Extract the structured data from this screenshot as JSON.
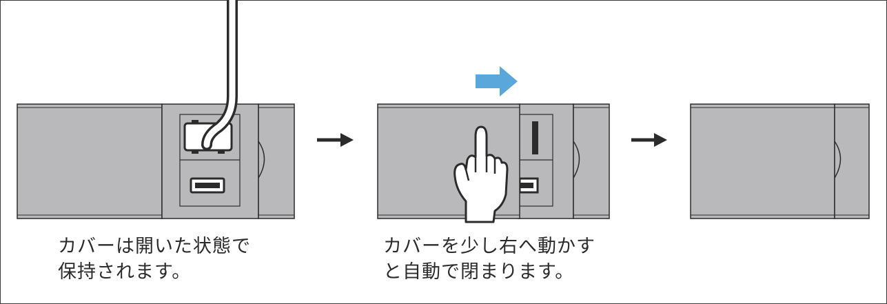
{
  "colors": {
    "panel_gray": "#b9b9bb",
    "panel_dark_gray": "#a8a8aa",
    "outline": "#2b2b2b",
    "arrow_blue": "#5aa7dc",
    "white": "#ffffff"
  },
  "steps": [
    {
      "state": "cover-open-with-plug",
      "caption_lines": [
        "カバーは開いた状態で",
        "保持されます。"
      ]
    },
    {
      "state": "cover-sliding-right",
      "caption_lines": [
        "カバーを少し右へ動かす",
        "と自動で閉まります。"
      ]
    },
    {
      "state": "cover-closed",
      "caption_lines": []
    }
  ],
  "icons": {
    "step_arrow": "right-arrow-icon",
    "slide_direction": "blue-right-arrow-icon",
    "hand": "pointing-hand-icon",
    "plug": "power-plug-icon",
    "usb": "usb-port-icon"
  }
}
